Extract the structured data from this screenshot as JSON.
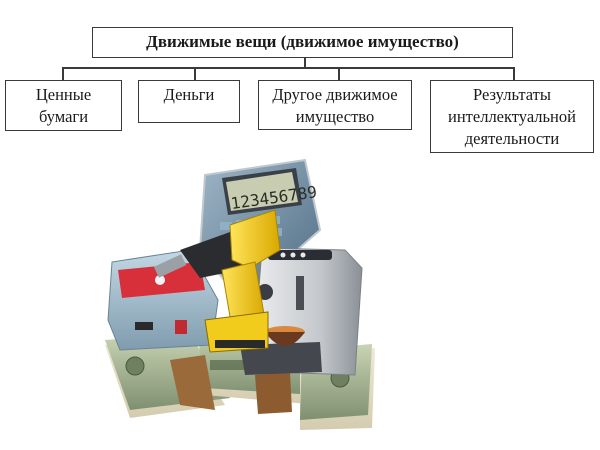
{
  "diagram": {
    "title": "Движимые вещи (движимое имущество)",
    "children": [
      {
        "line1": "Ценные",
        "line2": "бумаги",
        "line3": ""
      },
      {
        "line1": "Деньги",
        "line2": "",
        "line3": ""
      },
      {
        "line1": "Другое движимое",
        "line2": "имущество",
        "line3": ""
      },
      {
        "line1": "Результаты",
        "line2": "интеллектуальной",
        "line3": "деятельности"
      }
    ]
  },
  "illustration": {
    "calculator_display": "123456789",
    "items": [
      "calculator-icon",
      "drill-icon",
      "sewing-machine-icon",
      "coffee-machine-icon",
      "money-stack-icon"
    ],
    "colors": {
      "calculator_body": "#5f7f98",
      "calculator_keys": "#8fb4cc",
      "display": "#c8ccb0",
      "drill_yellow": "#f2cc1c",
      "sewing_machine": "#9cb8c8",
      "sewing_red": "#d8303a",
      "coffee_machine": "#c9ccd0",
      "coffee_cup": "#d98a40",
      "money": "#b8c6a4",
      "wood": "#9a6a3a"
    }
  }
}
